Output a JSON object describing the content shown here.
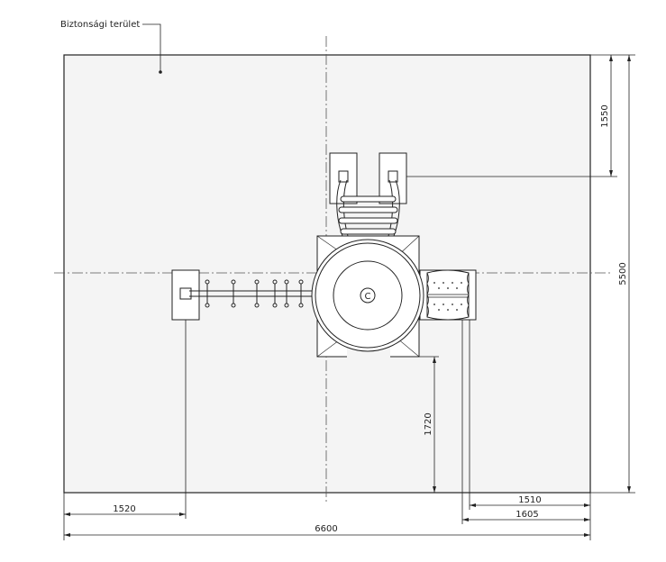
{
  "labels": {
    "safety_area": "Biztonsági terület",
    "center_mark": "C"
  },
  "dimensions": {
    "total_width": "6600",
    "total_height": "5500",
    "left_offset": "1520",
    "top_offset": "1550",
    "bottom_offset": "1720",
    "right_inner": "1510",
    "right_outer": "1605"
  },
  "colors": {
    "line": "#222222",
    "fill": "#f4f4f4",
    "axis": "#555555"
  }
}
